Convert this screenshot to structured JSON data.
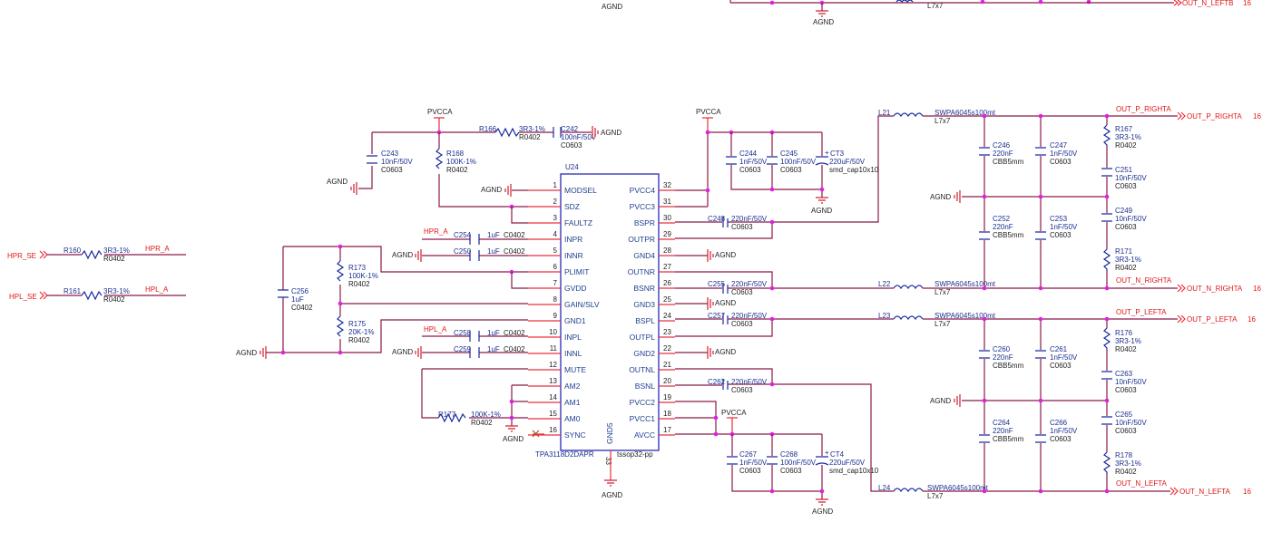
{
  "schematic": {
    "top_fragment": {
      "agnd_left": "AGND",
      "agnd_mid": "AGND",
      "inductor": "L7x7",
      "port": "OUT_N_LEFTB",
      "port_page": "16"
    },
    "nets": {
      "pvcca": "PVCCA",
      "agnd": "AGND",
      "hpr_a": "HPR_A",
      "hpl_a": "HPL_A",
      "out_p_righta": "OUT_P_RIGHTA",
      "out_n_righta": "OUT_N_RIGHTA",
      "out_p_lefta": "OUT_P_LEFTA",
      "out_n_lefta": "OUT_N_LEFTA"
    },
    "input_ports": [
      {
        "name": "HPR_SE"
      },
      {
        "name": "HPL_SE"
      }
    ],
    "output_ports": [
      {
        "name": "OUT_P_RIGHTA",
        "page": "16"
      },
      {
        "name": "OUT_N_RIGHTA",
        "page": "16"
      },
      {
        "name": "OUT_P_LEFTA",
        "page": "16"
      },
      {
        "name": "OUT_N_LEFTA",
        "page": "16"
      }
    ],
    "chip": {
      "ref": "U24",
      "part": "TPA3118D2DAPR",
      "package": "tssop32-pp",
      "gnd_pin": {
        "name": "GND5",
        "num": "33"
      },
      "left_pins": [
        {
          "num": "1",
          "name": "MODSEL"
        },
        {
          "num": "2",
          "name": "SDZ"
        },
        {
          "num": "3",
          "name": "FAULTZ"
        },
        {
          "num": "4",
          "name": "INPR"
        },
        {
          "num": "5",
          "name": "INNR"
        },
        {
          "num": "6",
          "name": "PLIMIT"
        },
        {
          "num": "7",
          "name": "GVDD"
        },
        {
          "num": "8",
          "name": "GAIN/SLV"
        },
        {
          "num": "9",
          "name": "GND1"
        },
        {
          "num": "10",
          "name": "INPL"
        },
        {
          "num": "11",
          "name": "INNL"
        },
        {
          "num": "12",
          "name": "MUTE"
        },
        {
          "num": "13",
          "name": "AM2"
        },
        {
          "num": "14",
          "name": "AM1"
        },
        {
          "num": "15",
          "name": "AM0"
        },
        {
          "num": "16",
          "name": "SYNC"
        }
      ],
      "right_pins": [
        {
          "num": "32",
          "name": "PVCC4"
        },
        {
          "num": "31",
          "name": "PVCC3"
        },
        {
          "num": "30",
          "name": "BSPR"
        },
        {
          "num": "29",
          "name": "OUTPR"
        },
        {
          "num": "28",
          "name": "GND4"
        },
        {
          "num": "27",
          "name": "OUTNR"
        },
        {
          "num": "26",
          "name": "BSNR"
        },
        {
          "num": "25",
          "name": "GND3"
        },
        {
          "num": "24",
          "name": "BSPL"
        },
        {
          "num": "23",
          "name": "OUTPL"
        },
        {
          "num": "22",
          "name": "GND2"
        },
        {
          "num": "21",
          "name": "OUTNL"
        },
        {
          "num": "20",
          "name": "BSNL"
        },
        {
          "num": "19",
          "name": "PVCC2"
        },
        {
          "num": "18",
          "name": "PVCC1"
        },
        {
          "num": "17",
          "name": "AVCC"
        }
      ]
    },
    "components": {
      "R160": {
        "ref": "R160",
        "value": "3R3-1%",
        "footprint": "R0402"
      },
      "R161": {
        "ref": "R161",
        "value": "3R3-1%",
        "footprint": "R0402"
      },
      "R166": {
        "ref": "R166",
        "value": "3R3-1%",
        "footprint": "R0402"
      },
      "R168": {
        "ref": "R168",
        "value": "100K-1%",
        "footprint": "R0402"
      },
      "R173": {
        "ref": "R173",
        "value": "100K-1%",
        "footprint": "R0402"
      },
      "R175": {
        "ref": "R175",
        "value": "20K-1%",
        "footprint": "R0402"
      },
      "R177": {
        "ref": "R177",
        "value": "100K-1%",
        "footprint": "R0402"
      },
      "R167": {
        "ref": "R167",
        "value": "3R3-1%",
        "footprint": "R0402"
      },
      "R171": {
        "ref": "R171",
        "value": "3R3-1%",
        "footprint": "R0402"
      },
      "R176": {
        "ref": "R176",
        "value": "3R3-1%",
        "footprint": "R0402"
      },
      "R178": {
        "ref": "R178",
        "value": "3R3-1%",
        "footprint": "R0402"
      },
      "C242": {
        "ref": "C242",
        "value": "100nF/50V",
        "footprint": "C0603"
      },
      "C243": {
        "ref": "C243",
        "value": "10nF/50V",
        "footprint": "C0603"
      },
      "C244": {
        "ref": "C244",
        "value": "1nF/50V",
        "footprint": "C0603"
      },
      "C245": {
        "ref": "C245",
        "value": "100nF/50V",
        "footprint": "C0603"
      },
      "CT3": {
        "ref": "CT3",
        "value": "220uF/50V",
        "footprint": "smd_cap10x10"
      },
      "C254": {
        "ref": "C254",
        "value": "1uF",
        "footprint": "C0402"
      },
      "C250": {
        "ref": "C250",
        "value": "1uF",
        "footprint": "C0402"
      },
      "C258": {
        "ref": "C258",
        "value": "1uF",
        "footprint": "C0402"
      },
      "C259": {
        "ref": "C259",
        "value": "1uF",
        "footprint": "C0402"
      },
      "C256": {
        "ref": "C256",
        "value": "1uF",
        "footprint": "C0402"
      },
      "C248": {
        "ref": "C248",
        "value": "220nF/50V",
        "footprint": "C0603"
      },
      "C255": {
        "ref": "C255",
        "value": "220nF/50V",
        "footprint": "C0603"
      },
      "C257": {
        "ref": "C257",
        "value": "220nF/50V",
        "footprint": "C0603"
      },
      "C262": {
        "ref": "C262",
        "value": "220nF/50V",
        "footprint": "C0603"
      },
      "C267": {
        "ref": "C267",
        "value": "1nF/50V",
        "footprint": "C0603"
      },
      "C268": {
        "ref": "C268",
        "value": "100nF/50V",
        "footprint": "C0603"
      },
      "CT4": {
        "ref": "CT4",
        "value": "220uF/50V",
        "footprint": "smd_cap10x10"
      },
      "L21": {
        "ref": "L21",
        "value": "SWPA6045s100mt",
        "footprint": "L7x7"
      },
      "L22": {
        "ref": "L22",
        "value": "SWPA6045s100mt",
        "footprint": "L7x7"
      },
      "L23": {
        "ref": "L23",
        "value": "SWPA6045s100mt",
        "footprint": "L7x7"
      },
      "L24": {
        "ref": "L24",
        "value": "SWPA6045s100mt",
        "footprint": "L7x7"
      },
      "C246": {
        "ref": "C246",
        "value": "220nF",
        "footprint": "CBB5mm"
      },
      "C247": {
        "ref": "C247",
        "value": "1nF/50V",
        "footprint": "C0603"
      },
      "C251": {
        "ref": "C251",
        "value": "10nF/50V",
        "footprint": "C0603"
      },
      "C249": {
        "ref": "C249",
        "value": "10nF/50V",
        "footprint": "C0603"
      },
      "C252": {
        "ref": "C252",
        "value": "220nF",
        "footprint": "CBB5mm"
      },
      "C253": {
        "ref": "C253",
        "value": "1nF/50V",
        "footprint": "C0603"
      },
      "C260": {
        "ref": "C260",
        "value": "220nF",
        "footprint": "CBB5mm"
      },
      "C261": {
        "ref": "C261",
        "value": "1nF/50V",
        "footprint": "C0603"
      },
      "C263": {
        "ref": "C263",
        "value": "10nF/50V",
        "footprint": "C0603"
      },
      "C265": {
        "ref": "C265",
        "value": "10nF/50V",
        "footprint": "C0603"
      },
      "C264": {
        "ref": "C264",
        "value": "220nF",
        "footprint": "CBB5mm"
      },
      "C266": {
        "ref": "C266",
        "value": "1nF/50V",
        "footprint": "C0603"
      }
    },
    "colors": {
      "wire": "#8b1a4a",
      "pin": "#e8303a",
      "component": "#1a2aa0",
      "junction": "#e020e0",
      "net_label": "#e01818"
    }
  }
}
